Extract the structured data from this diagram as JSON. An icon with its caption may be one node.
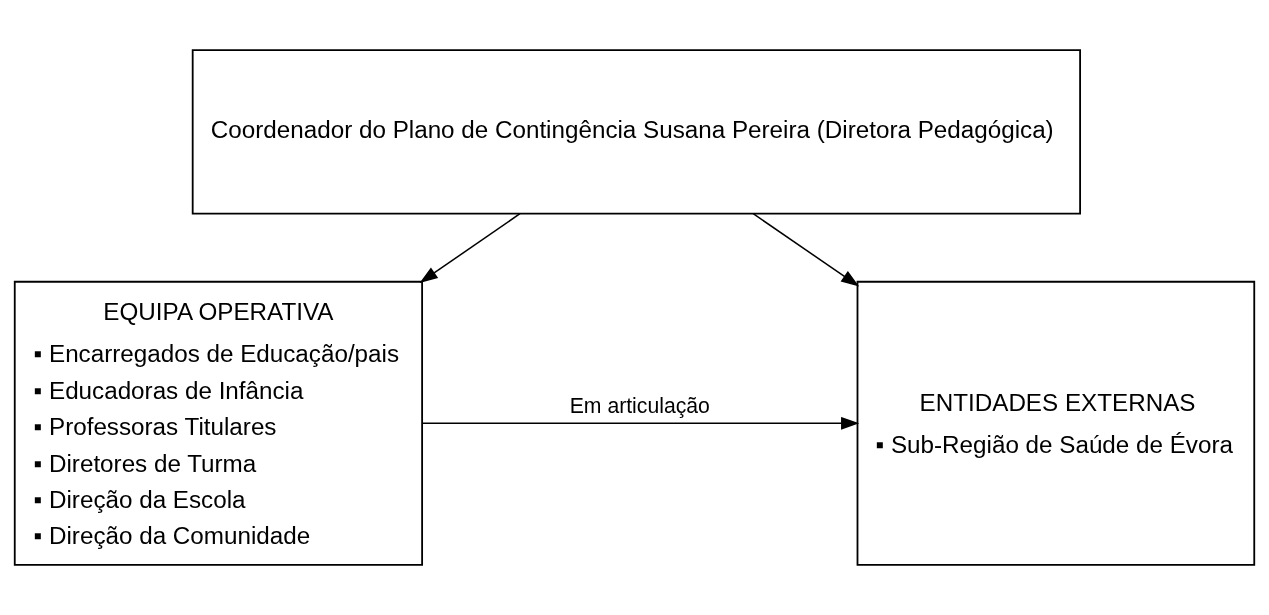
{
  "diagram": {
    "nodes": [
      {
        "text": [
          "Coordenador do Plano de Contingência Susana Pereira (Diretora Pedagógica)"
        ]
      },
      {
        "text": [
          "EQUIPA OPERATIVA",
          "▪ Encarregados de Educação/pais",
          "▪ Educadoras de Infância",
          "▪ Professoras Titulares",
          "▪ Diretores de Turma",
          "▪ Direção da Escola",
          "▪ Direção da Comunidade"
        ]
      },
      {
        "text": [
          "ENTIDADES EXTERNAS",
          "▪ Sub-Região de Saúde de Évora"
        ]
      }
    ],
    "edges": [
      {
        "from": 0,
        "to": 1,
        "arrow": "to"
      },
      {
        "from": 0,
        "to": 2,
        "arrow": "to"
      },
      {
        "from": 1,
        "to": 2,
        "arrow": "to",
        "label": "Em articulação"
      }
    ]
  }
}
